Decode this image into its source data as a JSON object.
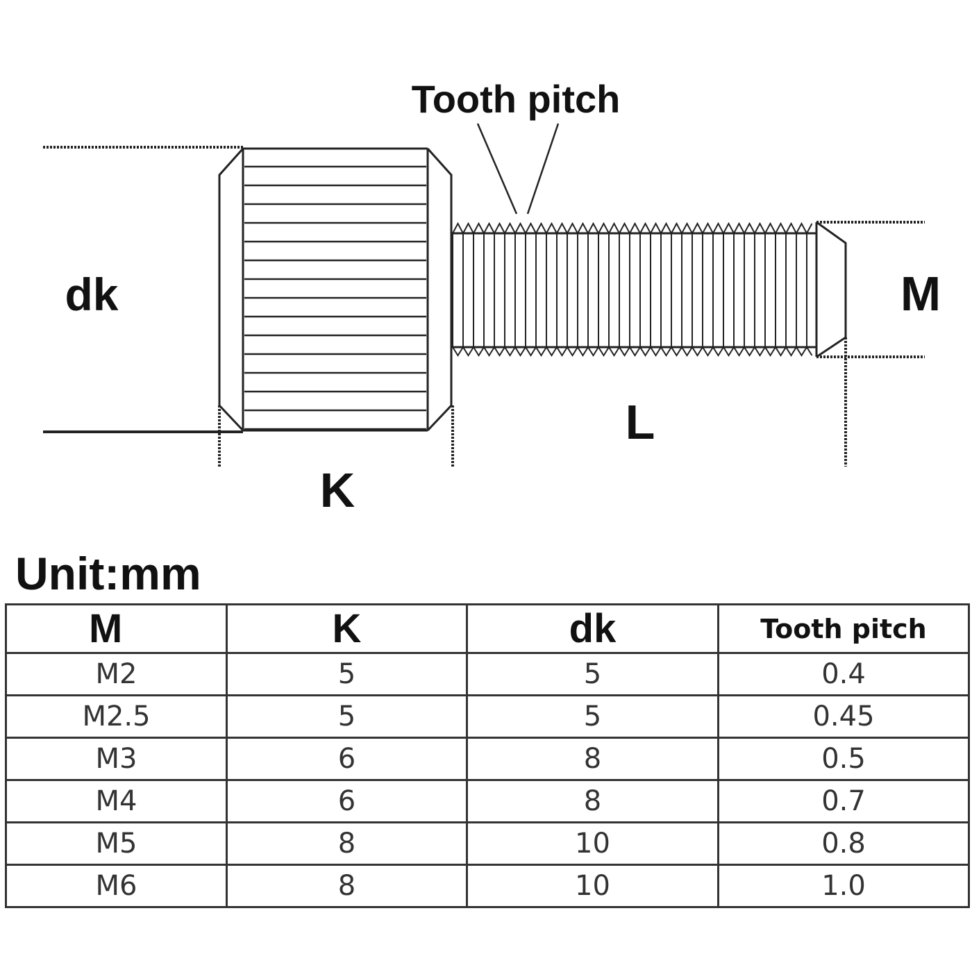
{
  "diagram": {
    "labels": {
      "tooth_pitch": "Tooth pitch",
      "dk": "dk",
      "m": "M",
      "l": "L",
      "k": "K"
    }
  },
  "unit_label": "Unit:mm",
  "table": {
    "headers": [
      "M",
      "K",
      "dk",
      "Tooth pitch"
    ],
    "rows": [
      [
        "M2",
        "5",
        "5",
        "0.4"
      ],
      [
        "M2.5",
        "5",
        "5",
        "0.45"
      ],
      [
        "M3",
        "6",
        "8",
        "0.5"
      ],
      [
        "M4",
        "6",
        "8",
        "0.7"
      ],
      [
        "M5",
        "8",
        "10",
        "0.8"
      ],
      [
        "M6",
        "8",
        "10",
        "1.0"
      ]
    ]
  },
  "colors": {
    "line": "#222222",
    "text": "#111111",
    "table_border": "#333333",
    "cell_text": "#333333"
  }
}
